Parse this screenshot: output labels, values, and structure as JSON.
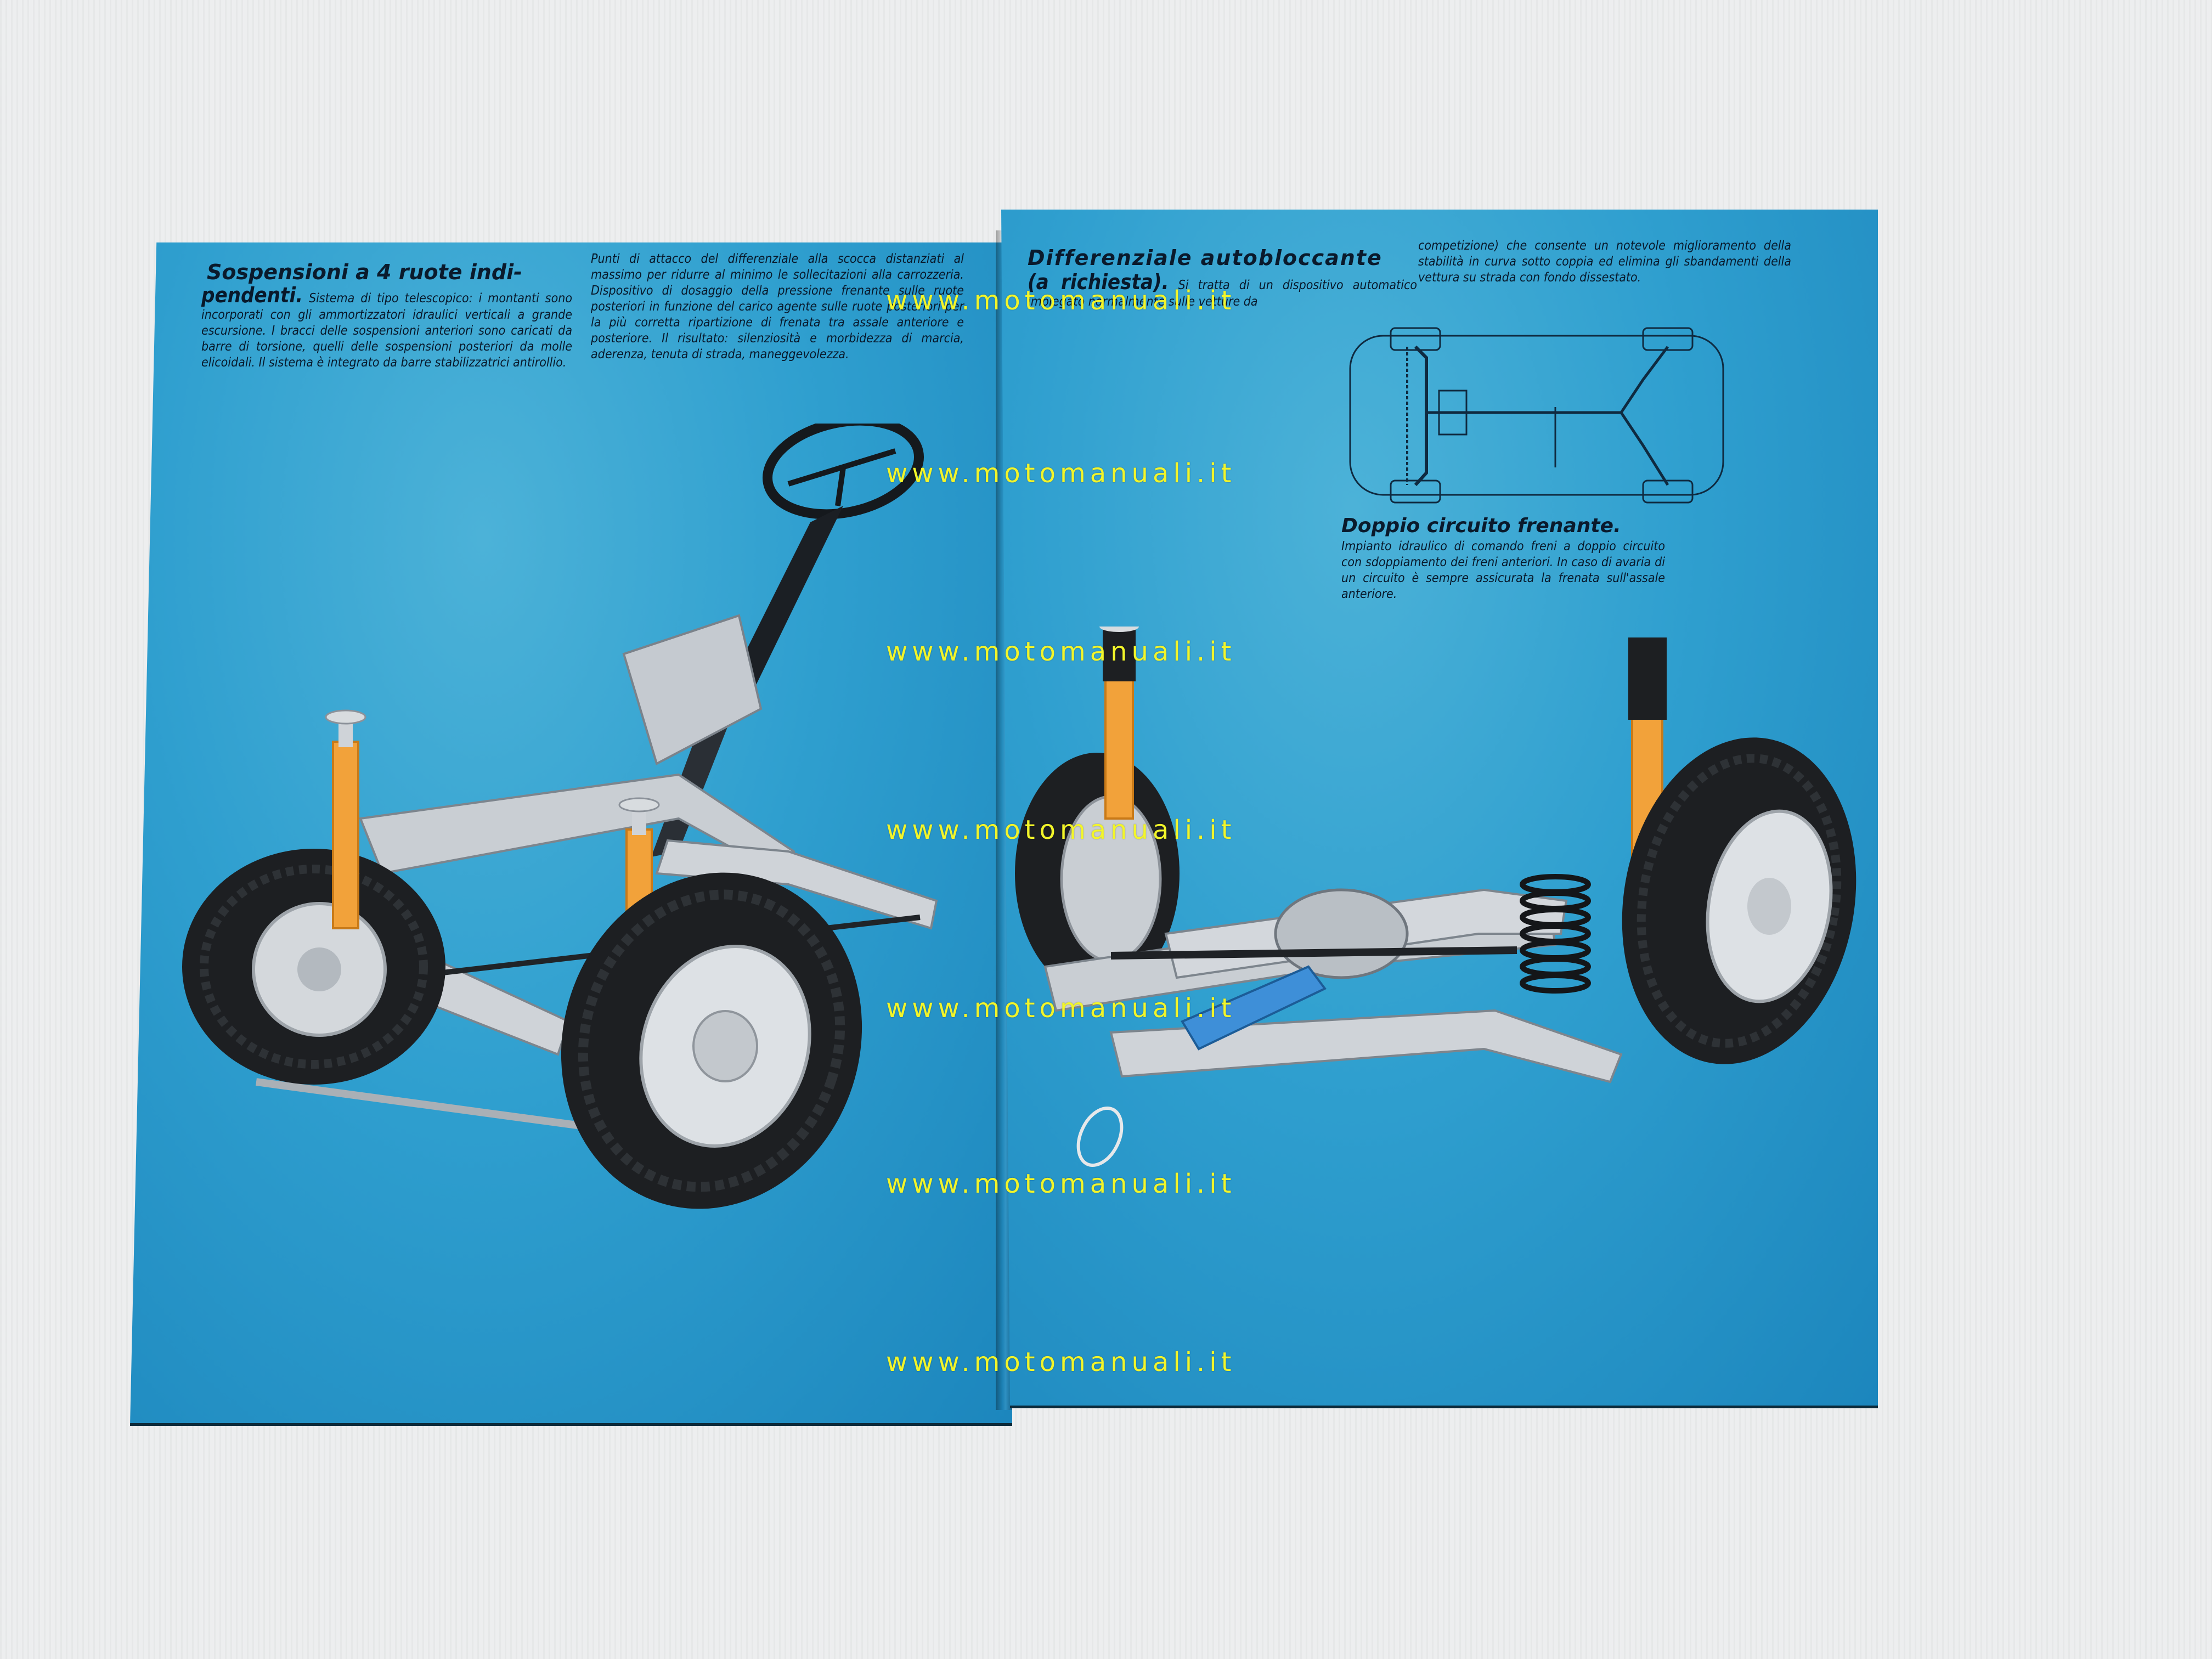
{
  "left_page": {
    "title": "Sospensioni a 4 ruote indi-pendenti.",
    "title_line1": "Sospensioni a 4 ruote indi-",
    "title_line2": "pendenti.",
    "col1_text": "Sistema di tipo telescopico: i montanti sono incorporati con gli ammortizzatori idraulici verticali a grande escursione. I bracci delle sospensioni anteriori sono caricati da barre di torsione, quelli delle sospensioni posteriori da molle elicoidali. Il sistema è integrato da barre stabilizzatrici antirollio.",
    "col2_text": "Punti di attacco del differenziale alla scocca distanziati al massimo per ridurre al minimo le sollecitazioni alla carrozzeria. Dispositivo di dosaggio della pressione frenante sulle ruote posteriori in funzione del carico agente sulle ruote posteriori per la più corretta ripartizione di frenata tra assale anteriore e posteriore. Il risultato: silenziosità e morbidezza di marcia, aderenza, tenuta di strada, maneggevolezza.",
    "illustration": "front-suspension-assembly-illustration"
  },
  "right_page": {
    "title_line1": "Differenziale autobloccante",
    "title_line2": "(a richiesta).",
    "col1_text": "Si tratta di un dispositivo automatico impiegato normalmente sulle vetture da",
    "col2_text": "competizione) che consente un notevole miglioramento della stabilità in curva sotto coppia ed elimina gli sbandamenti della vettura su strada con fondo dissestato.",
    "brake_title": "Doppio circuito frenante.",
    "brake_text": "Impianto idraulico di comando freni a doppio circuito con sdoppiamento dei freni anteriori. In caso di avaria di un circuito è sempre assicurata la frenata sull'assale anteriore.",
    "diagram": "brake-circuit-diagram",
    "illustration": "rear-suspension-assembly-illustration"
  },
  "watermarks": [
    "www.motomanuali.it",
    "www.motomanuali.it",
    "www.motomanuali.it",
    "www.motomanuali.it",
    "www.motomanuali.it",
    "www.motomanuali.it",
    "www.motomanuali.it"
  ],
  "colors": {
    "page_blue": "#2f9fcf",
    "text_dark": "#08182a",
    "shock_orange": "#f2a23a",
    "tire_black": "#1d1f22",
    "metal_grey": "#c8ccd0",
    "watermark_yellow": "#f2f52a"
  }
}
